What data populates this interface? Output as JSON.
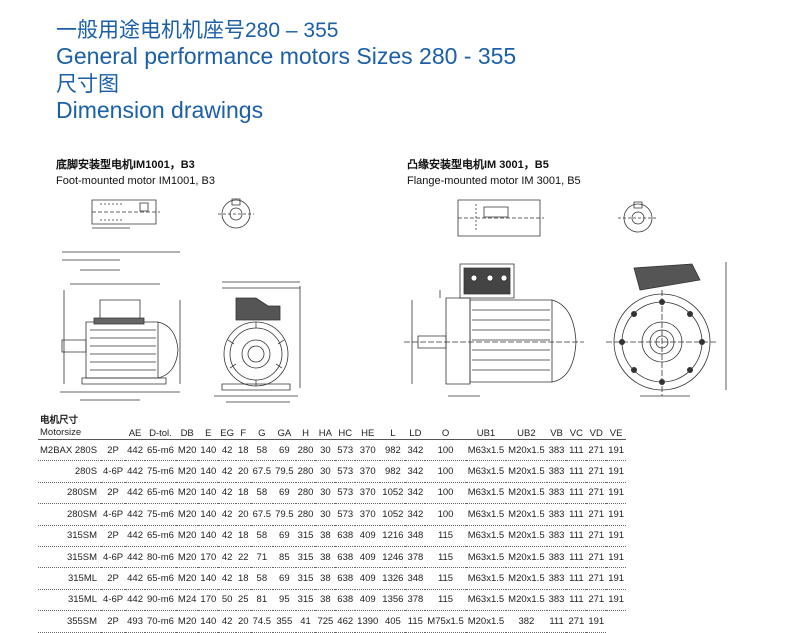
{
  "header": {
    "title_zh": "一般用途电机机座号280 – 355",
    "title_en": "General performance motors Sizes 280 - 355",
    "subtitle_zh": "尺寸图",
    "subtitle_en": "Dimension drawings"
  },
  "foot_mounted": {
    "caption_zh": "底脚安装型电机IM1001，B3",
    "caption_en": "Foot-mounted motor IM1001, B3"
  },
  "flange_mounted": {
    "caption_zh": "凸缘安装型电机IM 3001，B5",
    "caption_en": "Flange-mounted motor IM 3001, B5"
  },
  "table": {
    "first_col_zh": "电机尺寸",
    "first_col_en": "Motorsize",
    "columns": [
      "AE",
      "D-tol.",
      "DB",
      "E",
      "EG",
      "F",
      "G",
      "GA",
      "H",
      "HA",
      "HC",
      "HE",
      "L",
      "LD",
      "O",
      "UB1",
      "UB2",
      "VB",
      "VC",
      "VD",
      "VE"
    ],
    "rows": [
      {
        "model": "M2BAX 280S",
        "poles": "2P",
        "values": [
          "442",
          "65-m6",
          "M20",
          "140",
          "42",
          "18",
          "58",
          "69",
          "280",
          "30",
          "573",
          "370",
          "982",
          "342",
          "100",
          "M63x1.5",
          "M20x1.5",
          "383",
          "111",
          "271",
          "191"
        ]
      },
      {
        "model": "280S",
        "poles": "4-6P",
        "values": [
          "442",
          "75-m6",
          "M20",
          "140",
          "42",
          "20",
          "67.5",
          "79.5",
          "280",
          "30",
          "573",
          "370",
          "982",
          "342",
          "100",
          "M63x1.5",
          "M20x1.5",
          "383",
          "111",
          "271",
          "191"
        ]
      },
      {
        "model": "280SM",
        "poles": "2P",
        "values": [
          "442",
          "65-m6",
          "M20",
          "140",
          "42",
          "18",
          "58",
          "69",
          "280",
          "30",
          "573",
          "370",
          "1052",
          "342",
          "100",
          "M63x1.5",
          "M20x1.5",
          "383",
          "111",
          "271",
          "191"
        ]
      },
      {
        "model": "280SM",
        "poles": "4-6P",
        "values": [
          "442",
          "75-m6",
          "M20",
          "140",
          "42",
          "20",
          "67.5",
          "79.5",
          "280",
          "30",
          "573",
          "370",
          "1052",
          "342",
          "100",
          "M63x1.5",
          "M20x1.5",
          "383",
          "111",
          "271",
          "191"
        ]
      },
      {
        "model": "315SM",
        "poles": "2P",
        "values": [
          "442",
          "65-m6",
          "M20",
          "140",
          "42",
          "18",
          "58",
          "69",
          "315",
          "38",
          "638",
          "409",
          "1216",
          "348",
          "115",
          "M63x1.5",
          "M20x1.5",
          "383",
          "111",
          "271",
          "191"
        ]
      },
      {
        "model": "315SM",
        "poles": "4-6P",
        "values": [
          "442",
          "80-m6",
          "M20",
          "170",
          "42",
          "22",
          "71",
          "85",
          "315",
          "38",
          "638",
          "409",
          "1246",
          "378",
          "115",
          "M63x1.5",
          "M20x1.5",
          "383",
          "111",
          "271",
          "191"
        ]
      },
      {
        "model": "315ML",
        "poles": "2P",
        "values": [
          "442",
          "65-m6",
          "M20",
          "140",
          "42",
          "18",
          "58",
          "69",
          "315",
          "38",
          "638",
          "409",
          "1326",
          "348",
          "115",
          "M63x1.5",
          "M20x1.5",
          "383",
          "111",
          "271",
          "191"
        ]
      },
      {
        "model": "315ML",
        "poles": "4-6P",
        "values": [
          "442",
          "90-m6",
          "M24",
          "170",
          "50",
          "25",
          "81",
          "95",
          "315",
          "38",
          "638",
          "409",
          "1356",
          "378",
          "115",
          "M63x1.5",
          "M20x1.5",
          "383",
          "111",
          "271",
          "191"
        ]
      },
      {
        "model": "355SM",
        "poles": "2P",
        "values": [
          "493",
          "70-m6",
          "M20",
          "140",
          "42",
          "20",
          "74.5",
          "355",
          "41",
          "725",
          "462",
          "1390",
          "405",
          "115",
          "M75x1.5",
          "M20x1.5",
          "382",
          "111",
          "271",
          "191"
        ]
      }
    ]
  }
}
